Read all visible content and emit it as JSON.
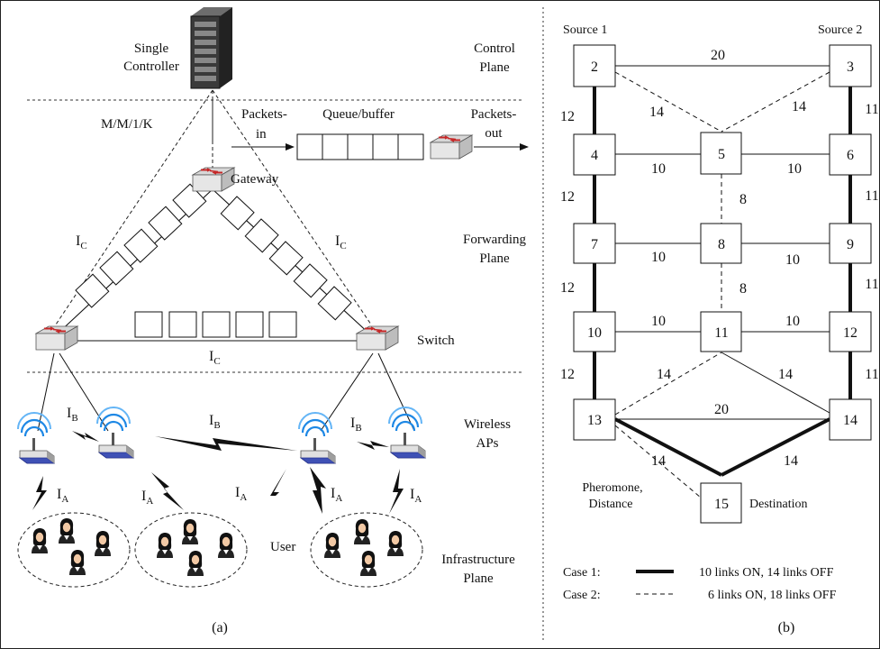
{
  "panel_a": {
    "controller_label_1": "Single",
    "controller_label_2": "Controller",
    "control_plane_1": "Control",
    "control_plane_2": "Plane",
    "queue_model": "M/M/1/K",
    "packets_in_1": "Packets-",
    "packets_in_2": "in",
    "queue_label": "Queue/buffer",
    "packets_out_1": "Packets-",
    "packets_out_2": "out",
    "gateway_label": "Gateway",
    "forwarding_plane_1": "Forwarding",
    "forwarding_plane_2": "Plane",
    "switch_label": "Switch",
    "ic": "I",
    "ic_sub": "C",
    "ib": "I",
    "ib_sub": "B",
    "ia": "I",
    "ia_sub": "A",
    "wireless_1": "Wireless",
    "wireless_2": "APs",
    "user_label": "User",
    "infra_plane_1": "Infrastructure",
    "infra_plane_2": "Plane",
    "caption": "(a)"
  },
  "panel_b": {
    "source1": "Source 1",
    "source2": "Source 2",
    "destination": "Destination",
    "pheromone_1": "Pheromone,",
    "pheromone_2": "Distance",
    "nodes": [
      {
        "id": "2",
        "label": "2"
      },
      {
        "id": "3",
        "label": "3"
      },
      {
        "id": "4",
        "label": "4"
      },
      {
        "id": "5",
        "label": "5"
      },
      {
        "id": "6",
        "label": "6"
      },
      {
        "id": "7",
        "label": "7"
      },
      {
        "id": "8",
        "label": "8"
      },
      {
        "id": "9",
        "label": "9"
      },
      {
        "id": "10",
        "label": "10"
      },
      {
        "id": "11",
        "label": "11"
      },
      {
        "id": "12",
        "label": "12"
      },
      {
        "id": "13",
        "label": "13"
      },
      {
        "id": "14",
        "label": "14"
      },
      {
        "id": "15",
        "label": "15"
      }
    ],
    "edge_weights": {
      "e2_3": "20",
      "e2_5": "14",
      "e3_5": "14",
      "e2_4": "12",
      "e3_6": "11",
      "e4_5": "10",
      "e5_6": "10",
      "e5_8": "8",
      "e4_7": "12",
      "e6_9": "11",
      "e7_8": "10",
      "e8_9": "10",
      "e8_11": "8",
      "e7_10": "12",
      "e9_12": "11",
      "e10_11": "10",
      "e11_12": "10",
      "e10_13": "12",
      "e12_14": "11",
      "e11_13": "14",
      "e11_14": "14",
      "e13_14": "20",
      "e13_15": "14",
      "e14_15": "14"
    },
    "legend": {
      "case1_label": "Case 1:",
      "case1_desc": "10 links ON, 14 links OFF",
      "case2_label": "Case 2:",
      "case2_desc": "6 links ON, 18 links OFF"
    },
    "caption": "(b)"
  }
}
